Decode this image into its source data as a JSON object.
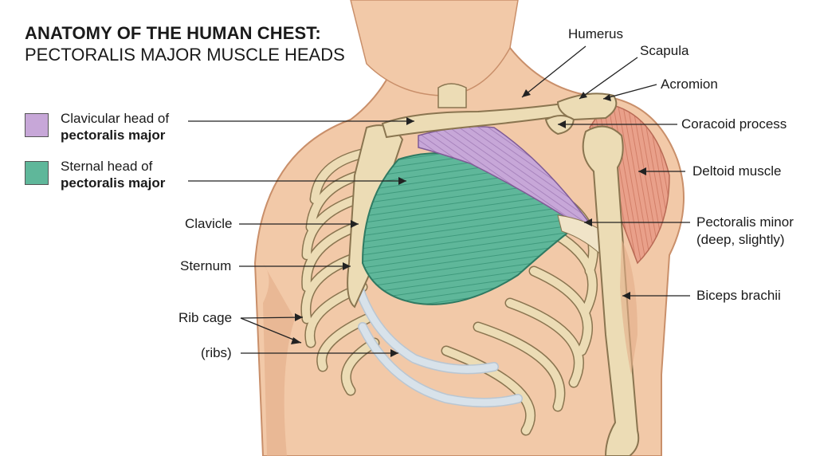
{
  "title": {
    "line1": "ANATOMY OF THE HUMAN CHEST:",
    "line2": "PECTORALIS MAJOR MUSCLE HEADS"
  },
  "legend": [
    {
      "line1": "Clavicular head of",
      "line2": "pectoralis major",
      "color": "#c7a7d8"
    },
    {
      "line1": "Sternal head of",
      "line2": "pectoralis major",
      "color": "#5fb79a"
    }
  ],
  "labels": {
    "clavicle": "Clavicle",
    "sternum": "Sternum",
    "rib_cage": "Rib cage",
    "ribs": "(ribs)",
    "humerus": "Humerus",
    "scapula": "Scapula",
    "acromion": "Acromion",
    "coracoid": "Coracoid process",
    "deltoid": "Deltoid muscle",
    "pec_minor_1": "Pectoralis minor",
    "pec_minor_2": "(deep, slightly)",
    "biceps": "Biceps brachii"
  },
  "colors": {
    "skin": "#f2c9a8",
    "skin_shade": "#e3ad88",
    "bone": "#ecdcb5",
    "bone_outline": "#8a7550",
    "cartilage": "#d8e2ea",
    "clavicular_head": "#c7a7d8",
    "sternal_head": "#5fb79a",
    "deltoid": "#e9a08a",
    "pointer": "#222222"
  }
}
